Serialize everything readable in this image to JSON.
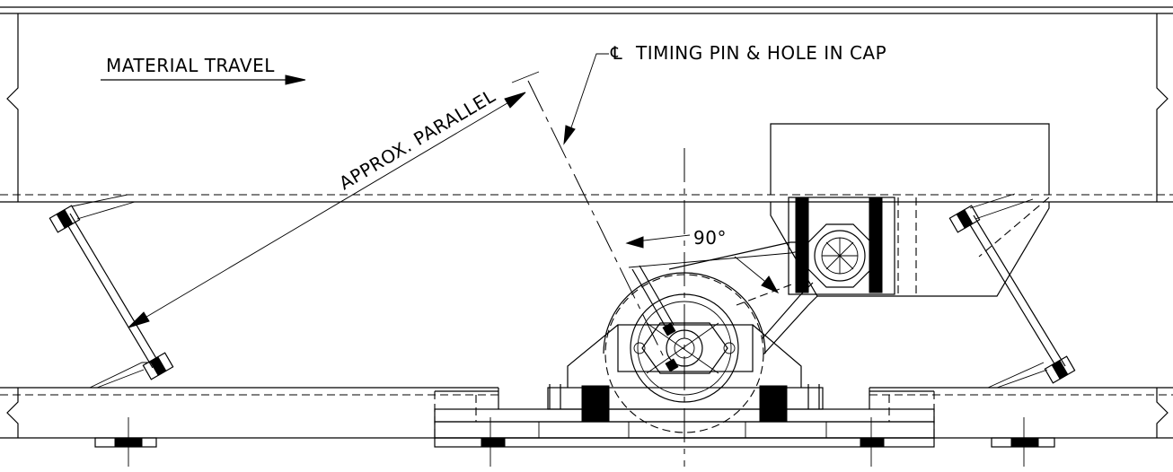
{
  "labels": {
    "material_travel": "MATERIAL TRAVEL",
    "timing_pin": "TIMING PIN & HOLE IN CAP",
    "centerline_symbol": "℄",
    "approx_parallel": "APPROX. PARALLEL",
    "angle": "90°"
  }
}
